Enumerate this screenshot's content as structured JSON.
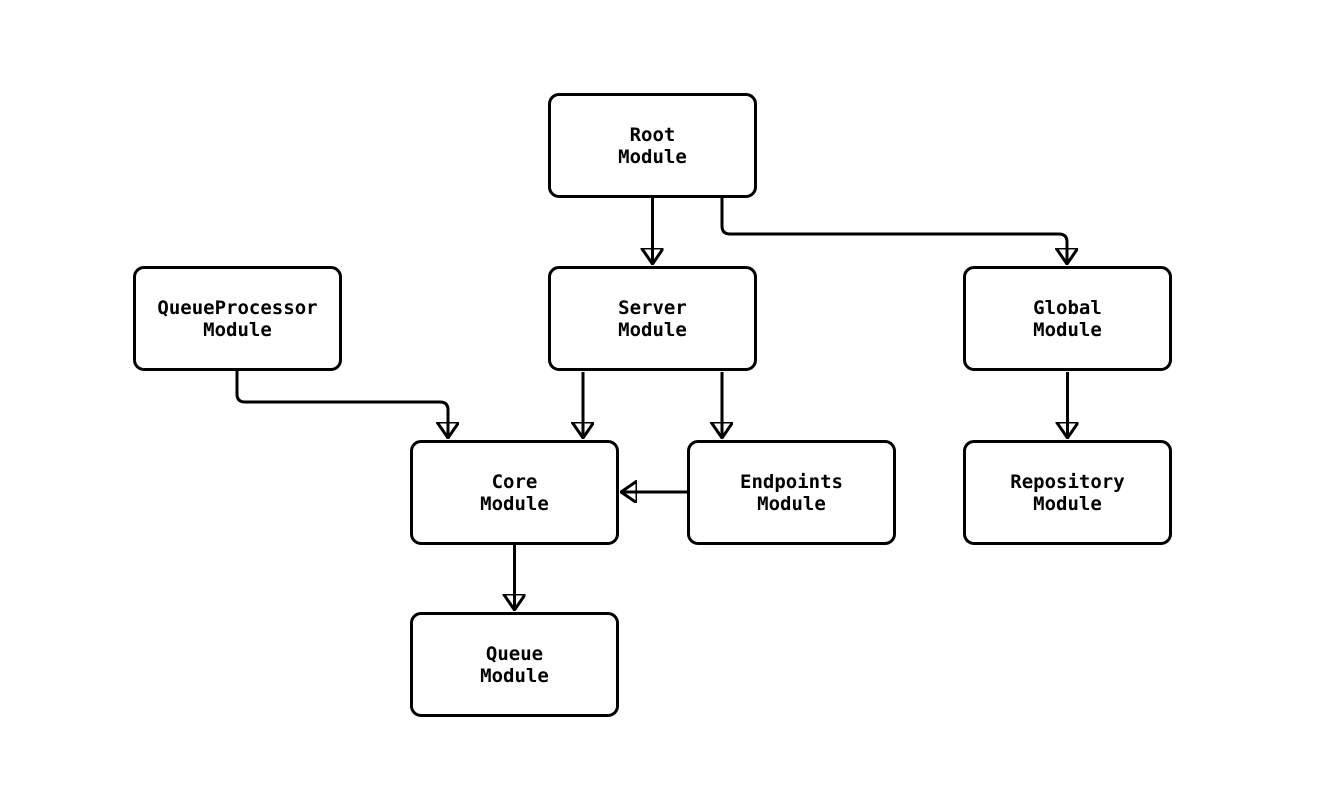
{
  "diagram": {
    "type": "module-dependency-graph",
    "background_color": "#ffffff",
    "line_color": "#000000",
    "nodes": {
      "root": {
        "label": "Root\nModule"
      },
      "queueprocessor": {
        "label": "QueueProcessor\nModule"
      },
      "server": {
        "label": "Server\nModule"
      },
      "global": {
        "label": "Global\nModule"
      },
      "core": {
        "label": "Core\nModule"
      },
      "endpoints": {
        "label": "Endpoints\nModule"
      },
      "repository": {
        "label": "Repository\nModule"
      },
      "queue": {
        "label": "Queue\nModule"
      }
    },
    "edges": [
      {
        "from": "Root Module",
        "to": "Server Module"
      },
      {
        "from": "Root Module",
        "to": "Global Module"
      },
      {
        "from": "QueueProcessor Module",
        "to": "Core Module"
      },
      {
        "from": "Server Module",
        "to": "Core Module"
      },
      {
        "from": "Server Module",
        "to": "Endpoints Module"
      },
      {
        "from": "Endpoints Module",
        "to": "Core Module"
      },
      {
        "from": "Global Module",
        "to": "Repository Module"
      },
      {
        "from": "Core Module",
        "to": "Queue Module"
      }
    ]
  }
}
